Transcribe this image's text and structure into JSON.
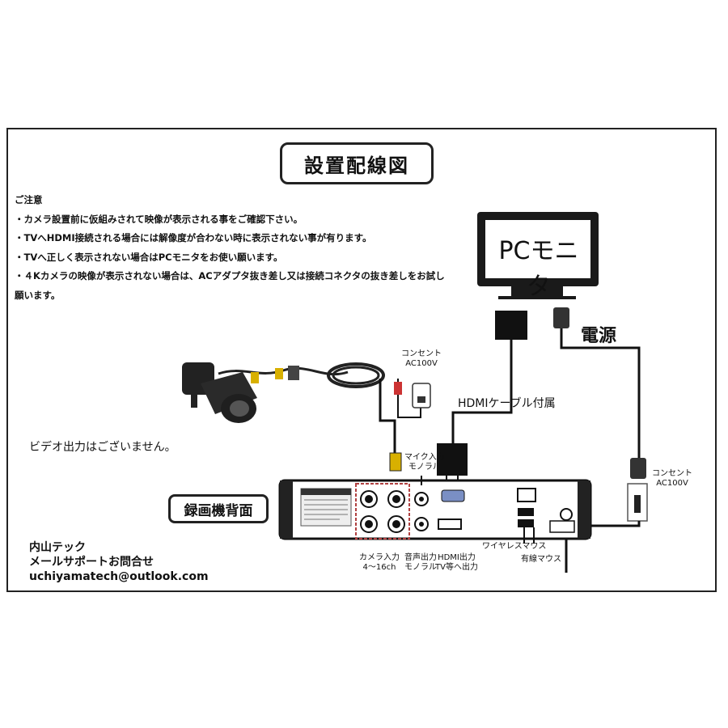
{
  "title": "設置配線図",
  "notes": {
    "heading": "ご注意",
    "lines": [
      "・カメラ設置前に仮組みされて映像が表示される事をご確認下さい。",
      "・TVへHDMI接続される場合には解像度が合わない時に表示されない事が有ります。",
      "・TVへ正しく表示されない場合はPCモニタをお使い願います。",
      "・４Kカメラの映像が表示されない場合は、ACアダプタ抜き差し又は接続コネクタの抜き差しをお試し",
      "願います。"
    ]
  },
  "monitor_label": "PCモニタ",
  "power_label": "電源",
  "outlet_top": {
    "line1": "コンセント",
    "line2": "AC100V"
  },
  "outlet_right": {
    "line1": "コンセント",
    "line2": "AC100V"
  },
  "hdmi_cable_label": "HDMIケーブル付属",
  "no_video_output": "ビデオ出力はございません。",
  "mic_input": {
    "line1": "マイク入力",
    "line2": "モノラル"
  },
  "recorder_label": "録画機背面",
  "port_labels": {
    "camera_input": {
      "line1": "カメラ入力",
      "line2": "4～16ch"
    },
    "audio_output": {
      "line1": "音声出力",
      "line2": "モノラル"
    },
    "hdmi_output": {
      "line1": "HDMI出力",
      "line2": "TV等へ出力"
    },
    "wireless_mouse": "ワイヤレスマウス",
    "wired_mouse": "有線マウス"
  },
  "contact": {
    "company": "内山テック",
    "support": "メールサポートお問合せ",
    "email": "uchiyamatech@outlook.com"
  },
  "colors": {
    "line": "#111111",
    "cable_yellow": "#d8b000",
    "camera_input_box": "#b04040"
  }
}
